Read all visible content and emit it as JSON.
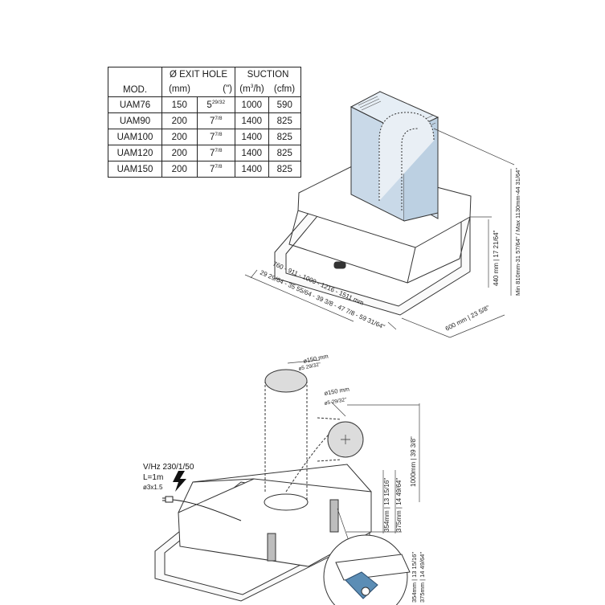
{
  "table": {
    "header_model": "MOD.",
    "header_exit_hole": "Ø EXIT HOLE",
    "header_suction": "SUCTION",
    "unit_mm": "(mm)",
    "unit_inch": "(\")",
    "unit_m3h_base": "(m",
    "unit_m3h_sup": "3",
    "unit_m3h_end": "/h)",
    "unit_cfm": "(cfm)",
    "rows": [
      {
        "model": "UAM76",
        "mm": "150",
        "inch_whole": "5",
        "inch_frac": "29/32",
        "m3h": "1000",
        "cfm": "590"
      },
      {
        "model": "UAM90",
        "mm": "200",
        "inch_whole": "7",
        "inch_frac": "7/8",
        "m3h": "1400",
        "cfm": "825"
      },
      {
        "model": "UAM100",
        "mm": "200",
        "inch_whole": "7",
        "inch_frac": "7/8",
        "m3h": "1400",
        "cfm": "825"
      },
      {
        "model": "UAM120",
        "mm": "200",
        "inch_whole": "7",
        "inch_frac": "7/8",
        "m3h": "1400",
        "cfm": "825"
      },
      {
        "model": "UAM150",
        "mm": "200",
        "inch_whole": "7",
        "inch_frac": "7/8",
        "m3h": "1400",
        "cfm": "825"
      }
    ]
  },
  "dimensions_top": {
    "width_mm": "760 - 911 - 1000 - 1216 - 1511 mm",
    "width_in": "29 29/64 - 35 55/64 - 39 3/8 - 47 7/8 - 59 31/64\"",
    "depth": "600 mm | 23 5/8\"",
    "body_height": "440 mm | 17 21/64\"",
    "total_height": "Min 810mm-31 57/64\" / Max 1130mm-44 31/64\""
  },
  "dimensions_bottom": {
    "duct_top_mm": "ø150 mm",
    "duct_top_in": "ø5 29/32\"",
    "duct_side_mm": "ø150 mm",
    "duct_side_in": "ø5 29/32\"",
    "height_1000": "1000mm | 39 3/8\"",
    "height_375": "375mm | 14 49/64\"",
    "height_354": "354mm | 13 15/16\"",
    "detail_375": "375mm | 14 49/64\"",
    "detail_354": "354mm | 13 15/16\""
  },
  "electrical": {
    "voltage": "V/Hz 230/1/50",
    "length": "L=1m",
    "cable": "ø3x1.5"
  },
  "colors": {
    "chimney_fill": "#c9d9e8",
    "line": "#333333",
    "clip_blue": "#5b8db5"
  }
}
